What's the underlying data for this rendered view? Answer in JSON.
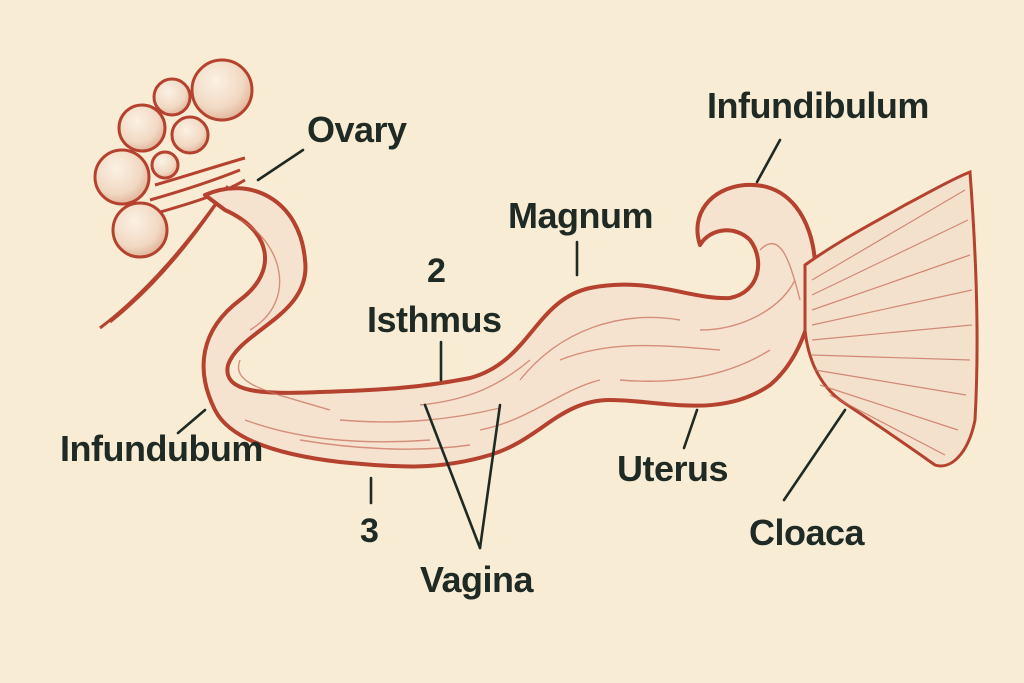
{
  "diagram": {
    "labels": {
      "ovary": "Ovary",
      "infundibulum_top": "Infundibulum",
      "magnum": "Magnum",
      "number_2": "2",
      "isthmus": "Isthmus",
      "infundubum": "Infundubum",
      "uterus": "Uterus",
      "cloaca": "Cloaca",
      "number_3": "3",
      "vagina": "Vagina"
    },
    "colors": {
      "background": "#f8ecd4",
      "outline": "#b5412f",
      "tube_fill": "#f6e3cf",
      "label_text": "#1f2a24",
      "leader_line": "#1f2a24"
    }
  }
}
